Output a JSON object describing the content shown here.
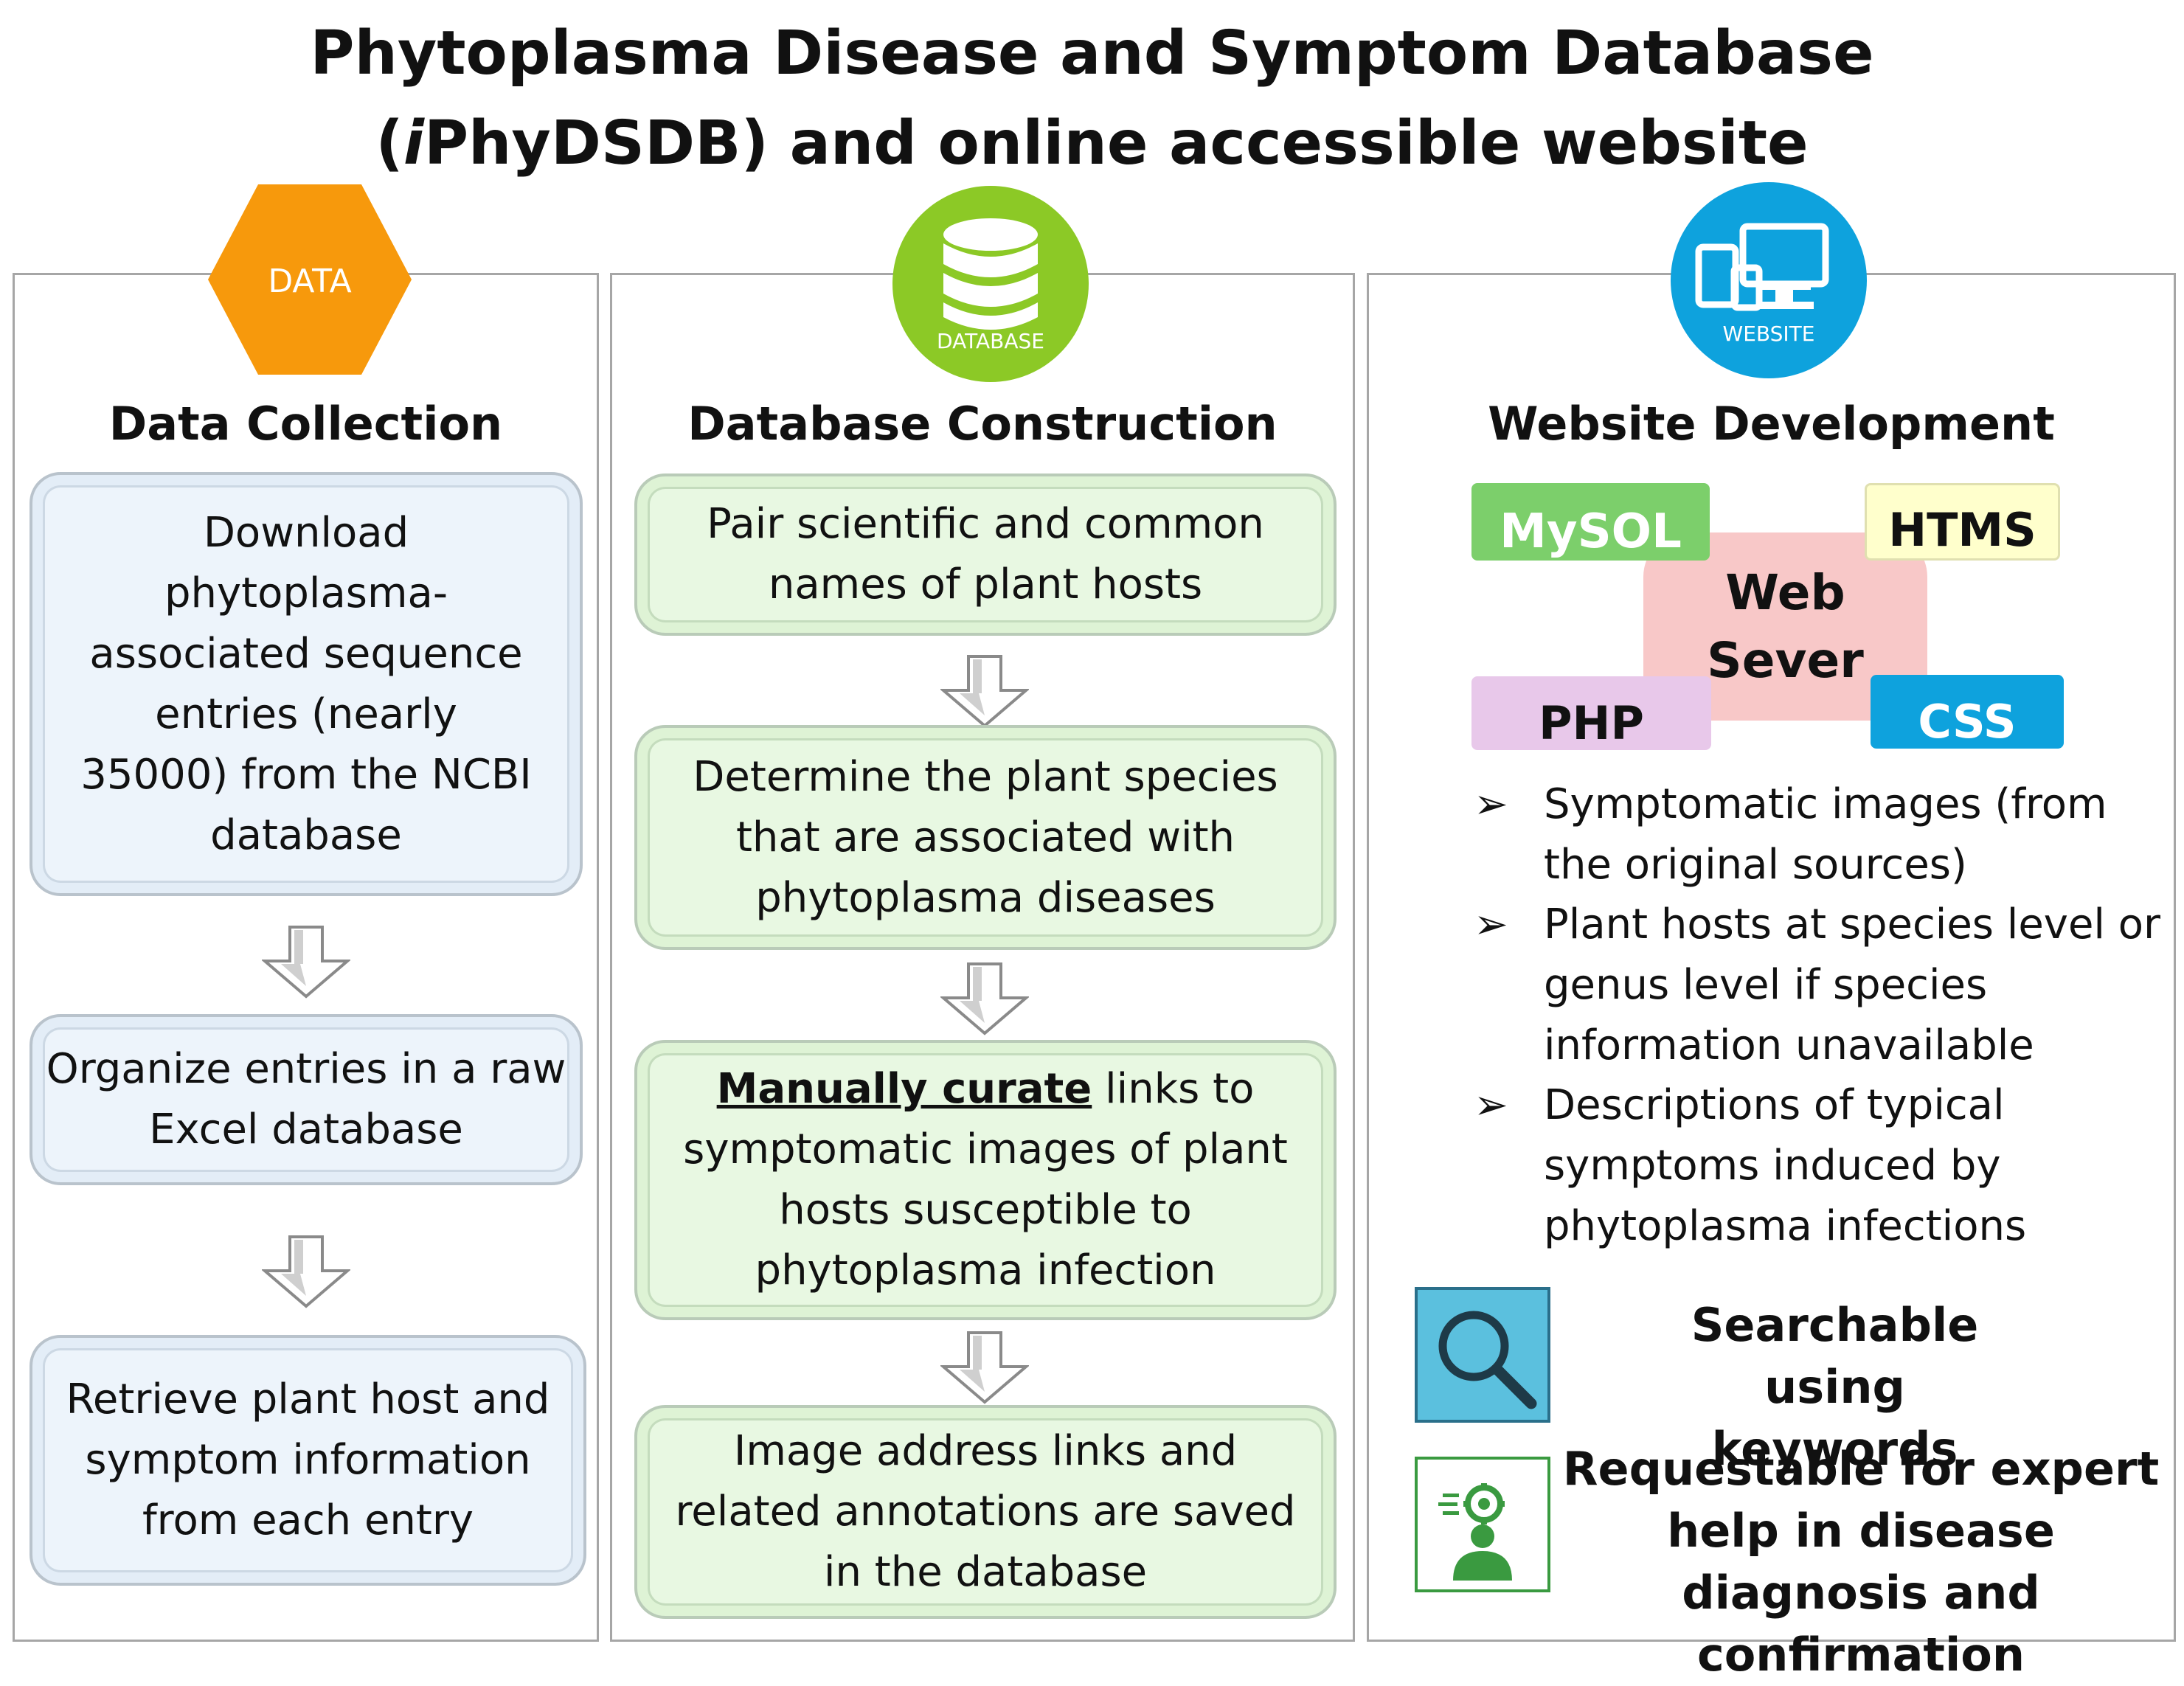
{
  "title": {
    "line1": "Phytoplasma Disease and Symptom Database",
    "line2_prefix": "(",
    "line2_italic": "i",
    "line2_rest": "PhyDSDB) and online accessible website"
  },
  "columns": {
    "data_collection": {
      "badge": "DATA",
      "heading": "Data Collection",
      "steps": [
        "Download phytoplasma-associated sequence entries (nearly 35000) from the NCBI database",
        "Organize entries in a raw Excel database",
        "Retrieve plant host and symptom information from each entry"
      ]
    },
    "database_construction": {
      "badge": "DATABASE",
      "heading": "Database Construction",
      "steps": [
        "Pair scientific and common names of plant hosts",
        "Determine the plant species that are associated with phytoplasma diseases",
        "Image address links and related annotations are saved in the database"
      ],
      "curate_step": {
        "underlined": "Manually curate",
        "rest": " links to symptomatic images of plant hosts susceptible to phytoplasma infection"
      }
    },
    "website_development": {
      "badge": "WEBSITE",
      "heading": "Website Development",
      "tech": {
        "mysql": "MySOL",
        "htms": "HTMS",
        "webserver": "Web Sever",
        "php": "PHP",
        "css": "CSS"
      },
      "bullets": [
        "Symptomatic images (from the original sources)",
        "Plant hosts at species level or genus level if species information unavailable",
        "Descriptions of typical symptoms induced by phytoplasma infections"
      ],
      "features": {
        "search": "Searchable using keywords",
        "expert": "Requestable for expert help in disease diagnosis and confirmation"
      }
    }
  },
  "colors": {
    "data_badge": "#f7990c",
    "database_badge": "#8cc926",
    "website_badge": "#0ea2dd",
    "mysql": "#7ccf6b",
    "htms": "#ffffcc",
    "webserver": "#f8c8c8",
    "php": "#e8c8ea",
    "css": "#0ea2dd",
    "search_icon_bg": "#5bc0de",
    "expert_icon": "#3a9a40"
  },
  "icons": [
    "hexagon-icon",
    "database-icon",
    "devices-icon",
    "arrow-down-icon",
    "magnifier-icon",
    "expert-icon",
    "bullet-arrow-icon"
  ]
}
